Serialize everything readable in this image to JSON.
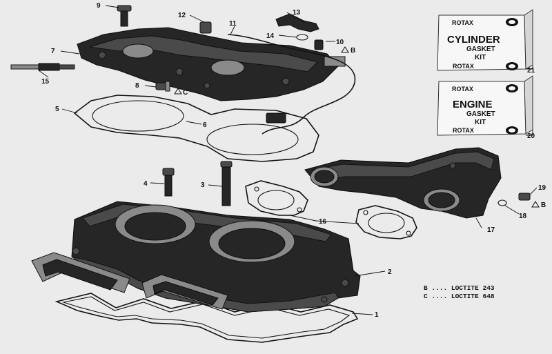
{
  "callouts": {
    "c1": "1",
    "c2": "2",
    "c3": "3",
    "c4": "4",
    "c5": "5",
    "c6": "6",
    "c7": "7",
    "c8": "8",
    "c9": "9",
    "c10": "10",
    "c11": "11",
    "c12": "12",
    "c13": "13",
    "c14": "14",
    "c15": "15",
    "c16": "16",
    "c17": "17",
    "c18": "18",
    "c19": "19",
    "c20": "20",
    "c21": "21"
  },
  "markers": {
    "b_top": "B",
    "c_mid": "C",
    "b_right": "B"
  },
  "kits": {
    "cylinder": {
      "brand_top": "ROTAX",
      "title": "CYLINDER",
      "line2": "GASKET",
      "line3": "KIT",
      "brand_bottom": "ROTAX"
    },
    "engine": {
      "brand_top": "ROTAX",
      "title": "ENGINE",
      "line2": "GASKET",
      "line3": "KIT",
      "brand_bottom": "ROTAX"
    }
  },
  "legend": [
    {
      "key": "B",
      "text": "B .... LOCTITE 243"
    },
    {
      "key": "C",
      "text": "C .... LOCTITE 648"
    }
  ]
}
